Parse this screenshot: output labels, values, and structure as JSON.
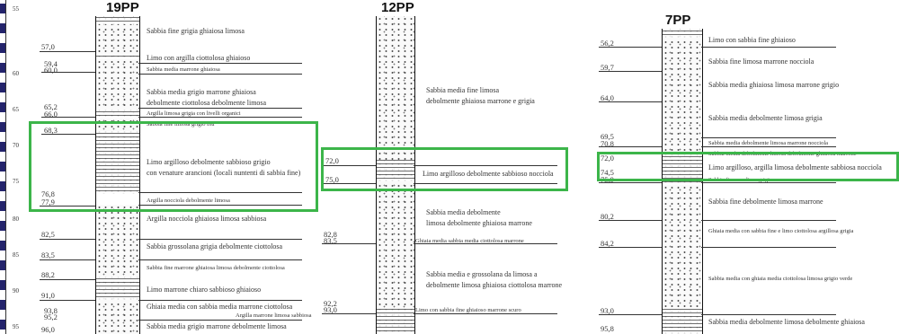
{
  "scale": {
    "labels": [
      "55",
      "60",
      "65",
      "70",
      "75",
      "80",
      "85",
      "90",
      "95"
    ]
  },
  "colonne": [
    {
      "titolo": "19PP",
      "profondita": [
        "57,0",
        "59,4",
        "60,0",
        "65,2",
        "66,0",
        "68,3",
        "76,8",
        "77,9",
        "82,5",
        "83,5",
        "88,2",
        "91,0",
        "93,8",
        "95,2",
        "96,0"
      ],
      "descrizioni": [
        "Sabbia fine grigia ghiaiosa limosa",
        "Limo con argilla ciottolosa ghiaioso",
        "Sabbia media marrone ghiaiosa",
        "Sabbia media grigio marrone ghiaiosa",
        "debolmente ciottolosa debolmente limosa",
        "Argilla limosa grigia con livelli organici",
        "Sabbia fine limosa grigio blu",
        "Limo argilloso debolmente sabbioso grigio",
        "con venature arancioni (locali nuntenti di sabbia fine)",
        "Argilla nocciola debolmente limosa",
        "Argilla nocciola ghiaiosa limosa sabbiosa",
        "Sabbia grossolana grigia debolmente ciottolosa",
        "Sabbia fine marrone ghiaiosa limosa debolmente ciottolosa",
        "Limo marrone chiaro sabbioso ghiaioso",
        "Ghiaia media con sabbia media marrone ciottolosa",
        "Argilla marrone limosa sabbiosa",
        "Sabbia media grigio marrone debolmente limosa"
      ]
    },
    {
      "titolo": "12PP",
      "profondita": [
        "72,0",
        "75,0",
        "82,8",
        "83,5",
        "92,2",
        "93,0"
      ],
      "descrizioni": [
        "Sabbia media fine limosa",
        "debolmente ghiaiosa marrone e grigia",
        "Limo argilloso debolmente sabbioso nocciola",
        "Sabbia media debolmente",
        "limosa debolmente ghiaiosa marrone",
        "Ghiaia media sabbia media ciottolosa marrone",
        "Sabbia media e grossolana da limosa a",
        "debolmente limosa ghiaiosa ciottolosa marrone",
        "Limo con sabbia fine ghiaioso marrone scuro"
      ]
    },
    {
      "titolo": "7PP",
      "profondita": [
        "56,2",
        "59,7",
        "64,0",
        "69,5",
        "70,8",
        "72,0",
        "74,5",
        "75,9",
        "80,2",
        "84,2",
        "93,0",
        "95,8"
      ],
      "descrizioni": [
        "Limo con sabbia fine ghiaioso",
        "Sabbia fine limosa marrone nocciola",
        "Sabbia media ghiaiosa limosa marrone grigio",
        "Sabbia media debolmente limosa grigia",
        "Sabbia media debolmente limosa marrone nocciola",
        "Sabbia media debolmente limosa debolmente ghiaiosa marrone",
        "Limo argilloso, argilla limosa debolmente sabbiosa nocciola",
        "Sabbia fine con limo grigio marrone",
        "Sabbia fine debolmente limosa marrone",
        "Ghiaia media con sabbia fine e limo ciottolosa argillosa grigia",
        "Sabbia media con ghiaia media ciottolosa limosa grigio verde",
        "Sabbia media debolmente limosa debolmente ghiaiosa"
      ]
    }
  ]
}
